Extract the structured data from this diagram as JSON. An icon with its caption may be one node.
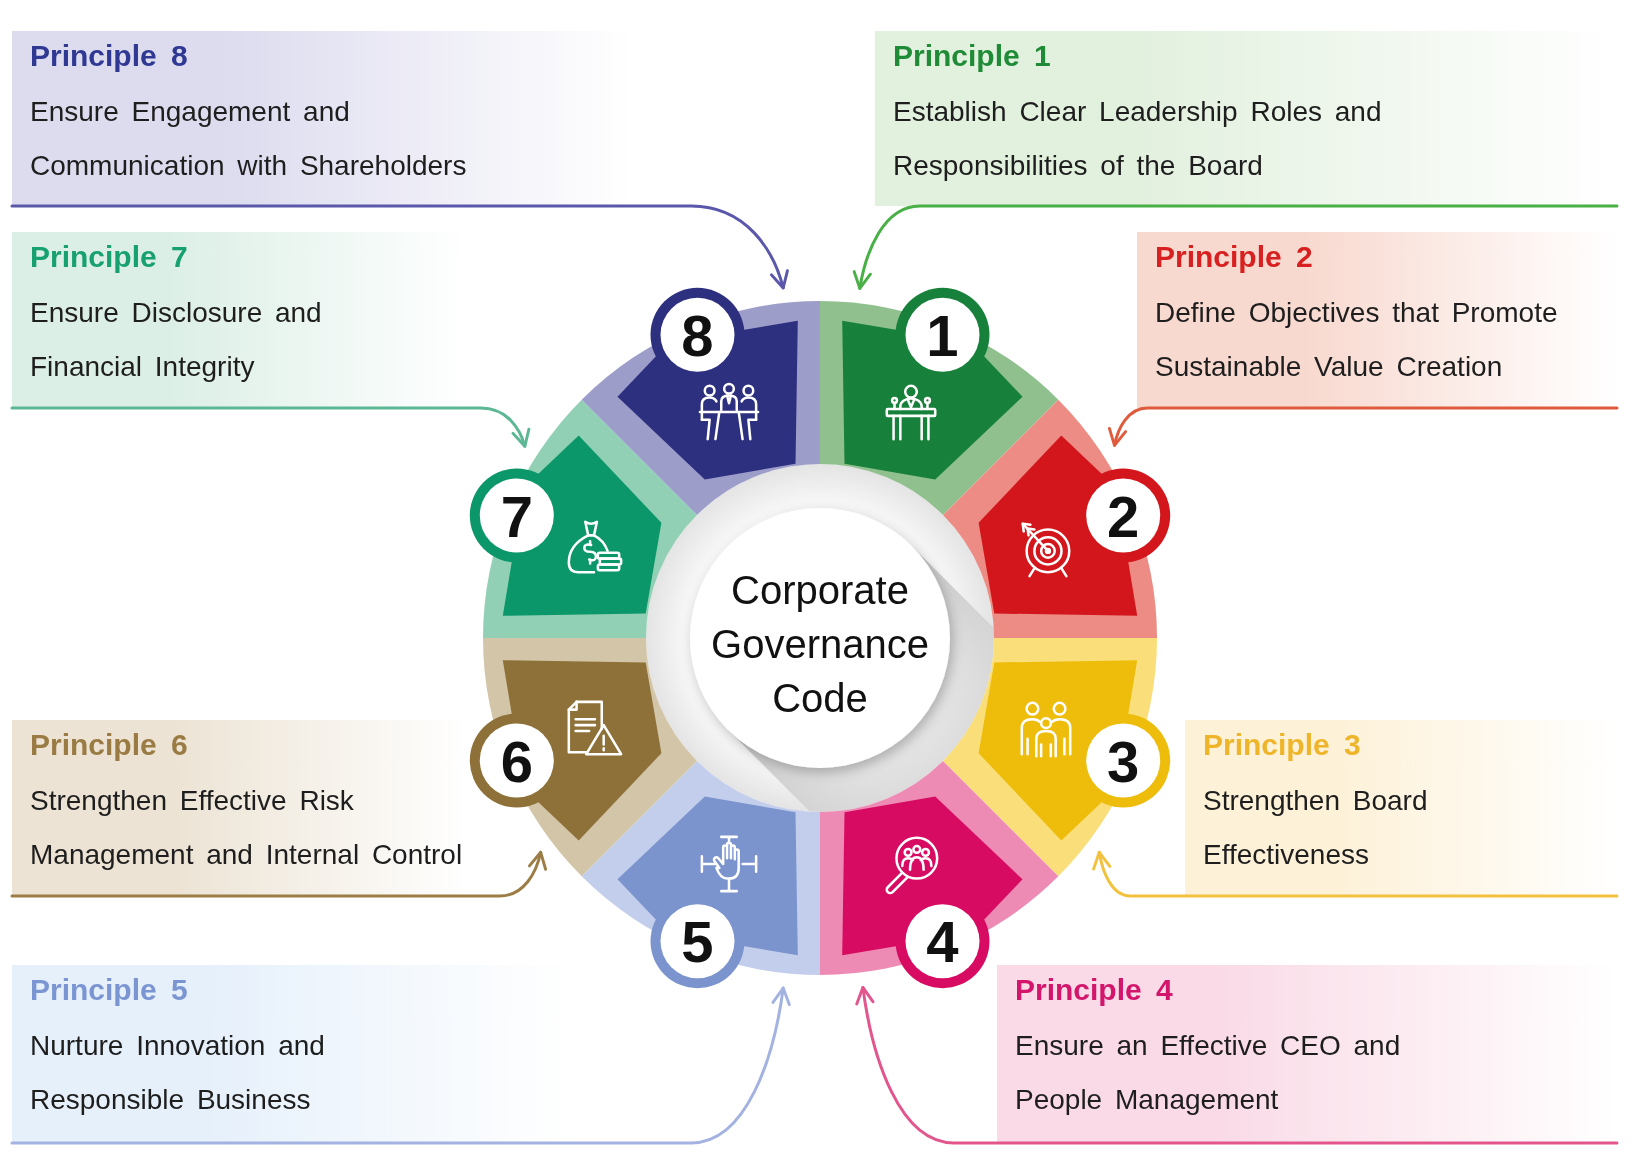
{
  "diagram": {
    "nodes": [
      {
        "text": [
          "Principle 1",
          "Establish Clear Leadership Roles and Responsibilities of the Board"
        ]
      },
      {
        "text": [
          "Principle 2",
          "Define Objectives that Promote Sustainable Value Creation"
        ]
      },
      {
        "text": [
          "Principle 3",
          "Strengthen Board Effectiveness"
        ]
      },
      {
        "text": [
          "Principle 4",
          "Ensure an Effective CEO and People Management"
        ]
      },
      {
        "text": [
          "Principle 5",
          "Nurture Innovation and Responsible Business"
        ]
      },
      {
        "text": [
          "Principle 6",
          "Strengthen Effective Risk Management and Internal Control"
        ]
      },
      {
        "text": [
          "Principle 7",
          "Ensure Disclosure and Financial Integrity"
        ]
      },
      {
        "text": [
          "Principle 8",
          "Ensure Engagement and Communication with Shareholders"
        ]
      },
      {
        "text": [
          "Corporate Governance Code"
        ]
      },
      {
        "text": [
          "1"
        ]
      },
      {
        "text": [
          "2"
        ]
      },
      {
        "text": [
          "3"
        ]
      },
      {
        "text": [
          "4"
        ]
      },
      {
        "text": [
          "5"
        ]
      },
      {
        "text": [
          "6"
        ]
      },
      {
        "text": [
          "7"
        ]
      },
      {
        "text": [
          "8"
        ]
      }
    ],
    "edges": [
      {
        "from": 0,
        "to": 9,
        "arrow": "to",
        "color": "#48b045"
      },
      {
        "from": 1,
        "to": 10,
        "arrow": "to",
        "color": "#e05a3c"
      },
      {
        "from": 2,
        "to": 11,
        "arrow": "to",
        "color": "#f2c23f"
      },
      {
        "from": 3,
        "to": 12,
        "arrow": "to",
        "color": "#e2568d"
      },
      {
        "from": 4,
        "to": 13,
        "arrow": "to",
        "color": "#a3b2e0"
      },
      {
        "from": 5,
        "to": 14,
        "arrow": "to",
        "color": "#9c7d45"
      },
      {
        "from": 6,
        "to": 15,
        "arrow": "to",
        "color": "#5bb794"
      },
      {
        "from": 7,
        "to": 16,
        "arrow": "to",
        "color": "#5b58ab"
      }
    ]
  }
}
